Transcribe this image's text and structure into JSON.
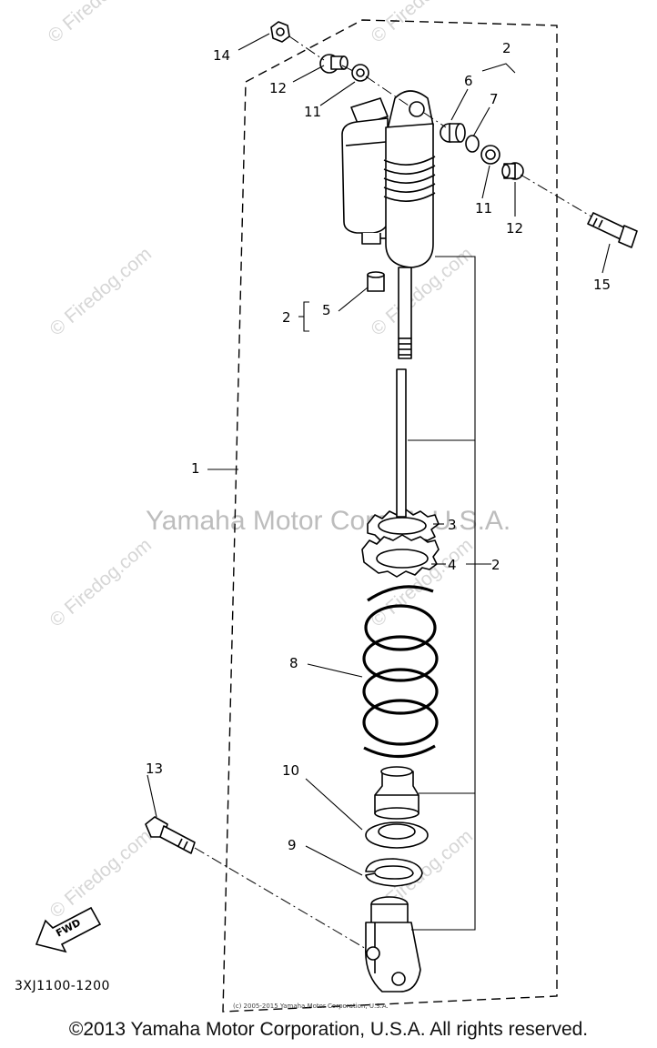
{
  "diagram": {
    "callouts": {
      "c1": "1",
      "c2_top": "2",
      "c2_mid": "2",
      "c2_right": "2",
      "c3": "3",
      "c4": "4",
      "c5": "5",
      "c6": "6",
      "c7": "7",
      "c8": "8",
      "c9": "9",
      "c10": "10",
      "c11a": "11",
      "c11b": "11",
      "c12a": "12",
      "c12b": "12",
      "c13": "13",
      "c14": "14",
      "c15": "15"
    },
    "fwd_label": "FWD",
    "diagram_code": "3XJ1100-1200",
    "small_copyright": "(c) 2005-2015 Yamaha Motor Corporation, U.S.A."
  },
  "watermarks": {
    "site": "© Firedog.com",
    "center": "Yamaha Motor Corp.™ U.S.A."
  },
  "footer": {
    "copyright": "©2013 Yamaha Motor Corporation, U.S.A. All rights reserved."
  }
}
